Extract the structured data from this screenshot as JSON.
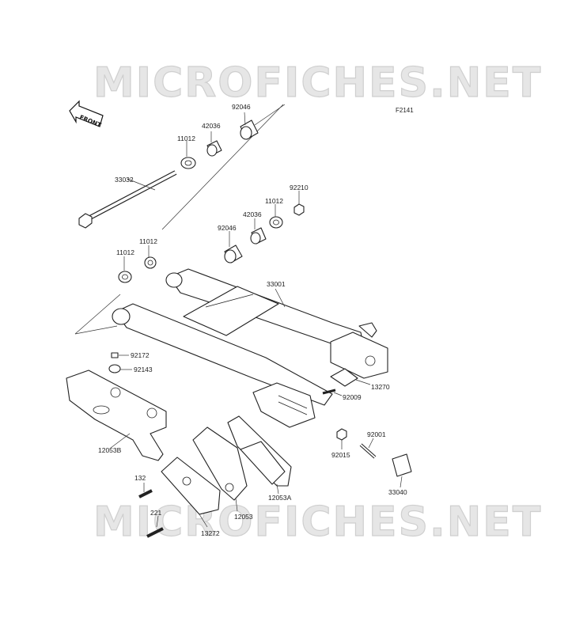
{
  "figure_code": "F2141",
  "front_label": "FRONT",
  "watermarks": [
    "MICROFICHES.NET",
    "MICROFICHES.NET"
  ],
  "parts": {
    "p33032": "33032",
    "p11012_a": "11012",
    "p42036_a": "42036",
    "p92046_a": "92046",
    "p92210": "92210",
    "p11012_b": "11012",
    "p42036_b": "42036",
    "p92046_b": "92046",
    "p11012_c": "11012",
    "p11012_d": "11012",
    "p33001": "33001",
    "p92172": "92172",
    "p92143": "92143",
    "p13270": "13270",
    "p92009": "92009",
    "p12053B": "12053B",
    "p92001": "92001",
    "p92015": "92015",
    "p33040": "33040",
    "p132": "132",
    "p12053A": "12053A",
    "p12053": "12053",
    "p221": "221",
    "p13272": "13272"
  }
}
